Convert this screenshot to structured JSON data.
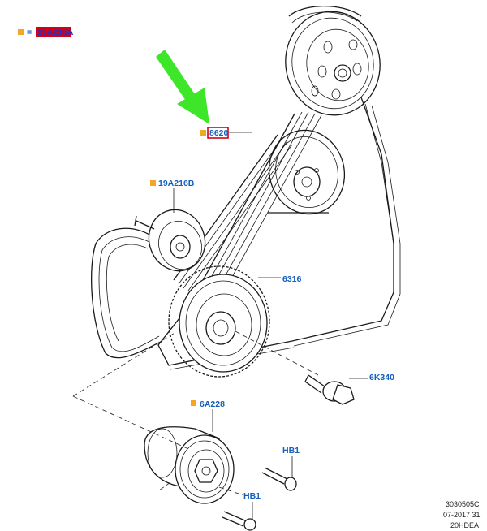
{
  "legend": {
    "equals_sign": "=",
    "code": "19A216A",
    "marker_color": "#f5a623",
    "highlight_color": "#d0021b",
    "code_text_color": "#3b2aa5"
  },
  "callouts": {
    "belt": "8620",
    "idler_pulley": "19A216B",
    "crank_pulley": "6316",
    "crank_bolt": "6K340",
    "tensioner": "6A228",
    "bolt_upper": "HB1",
    "bolt_lower": "HB1"
  },
  "colors": {
    "callout_text": "#1560bd",
    "arrow": "#3ee62a",
    "box_outline": "#d0021b",
    "marker": "#f5a623"
  },
  "footer": {
    "line1": "3030505C",
    "line2": "07-2017 31",
    "line3": "20HDEA"
  }
}
